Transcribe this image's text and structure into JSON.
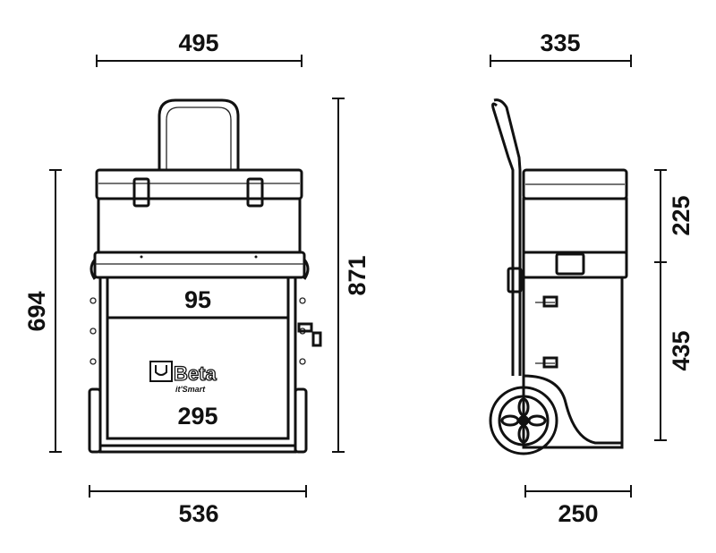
{
  "dimensions": {
    "front_top_width": "495",
    "side_top_depth": "335",
    "front_height": "694",
    "total_height": "871",
    "side_upper_height": "225",
    "side_lower_height": "435",
    "drawer_height": "95",
    "lower_compartment_height": "295",
    "front_base_width": "536",
    "side_base_depth": "250"
  },
  "logo": {
    "brand": "Beta",
    "subbrand": "it'Smart"
  },
  "colors": {
    "line": "#111111",
    "background": "#ffffff"
  }
}
